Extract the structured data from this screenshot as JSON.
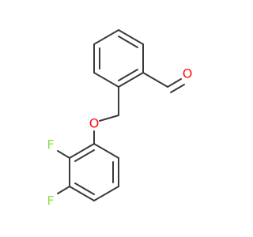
{
  "molecule": {
    "atoms": {
      "o_aldehyde": {
        "label": "O",
        "color": "#ff0d0d"
      },
      "o_ether": {
        "label": "O",
        "color": "#ff0d0d"
      },
      "f_upper": {
        "label": "F",
        "color": "#90e050"
      },
      "f_lower": {
        "label": "F",
        "color": "#90e050"
      }
    },
    "bond_color": "#3a3a3a"
  }
}
